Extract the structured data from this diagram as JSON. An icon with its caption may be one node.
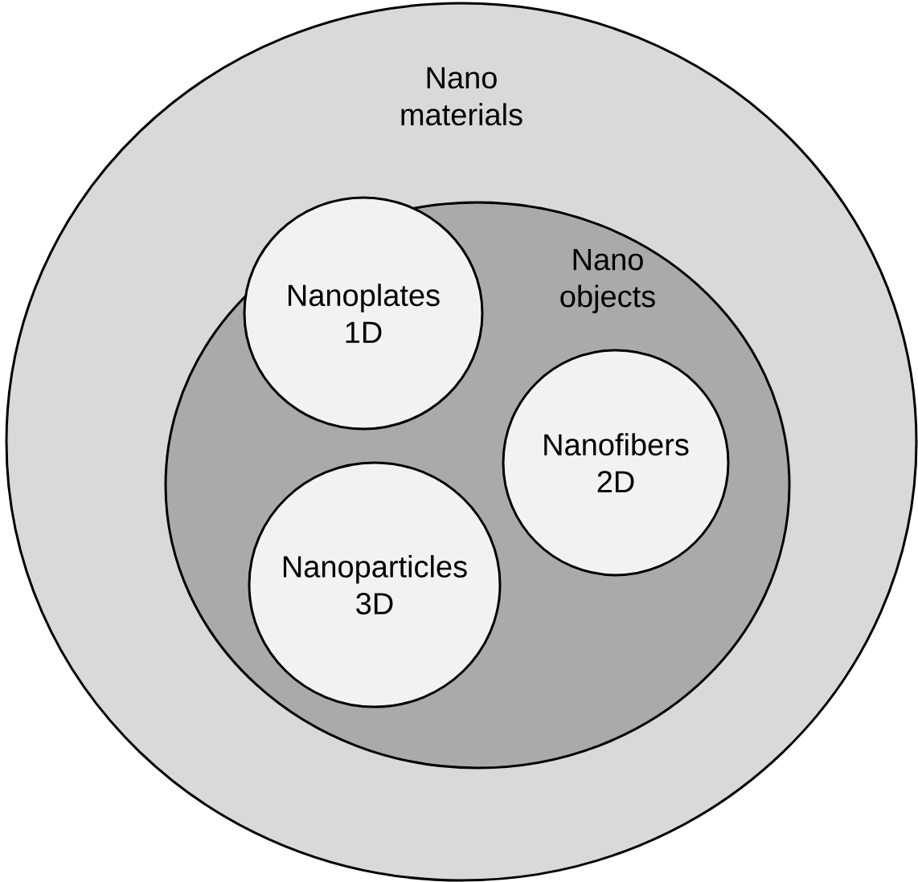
{
  "diagram": {
    "nodes": [
      {
        "text": [
          "Nano materials"
        ]
      },
      {
        "text": [
          "Nano objects"
        ],
        "in": 0
      },
      {
        "text": [
          "Nanoplates 1D"
        ],
        "in": 1
      },
      {
        "text": [
          "Nanofibers 2D"
        ],
        "in": 1
      },
      {
        "text": [
          "Nanoparticles 3D"
        ],
        "in": 1
      }
    ]
  }
}
